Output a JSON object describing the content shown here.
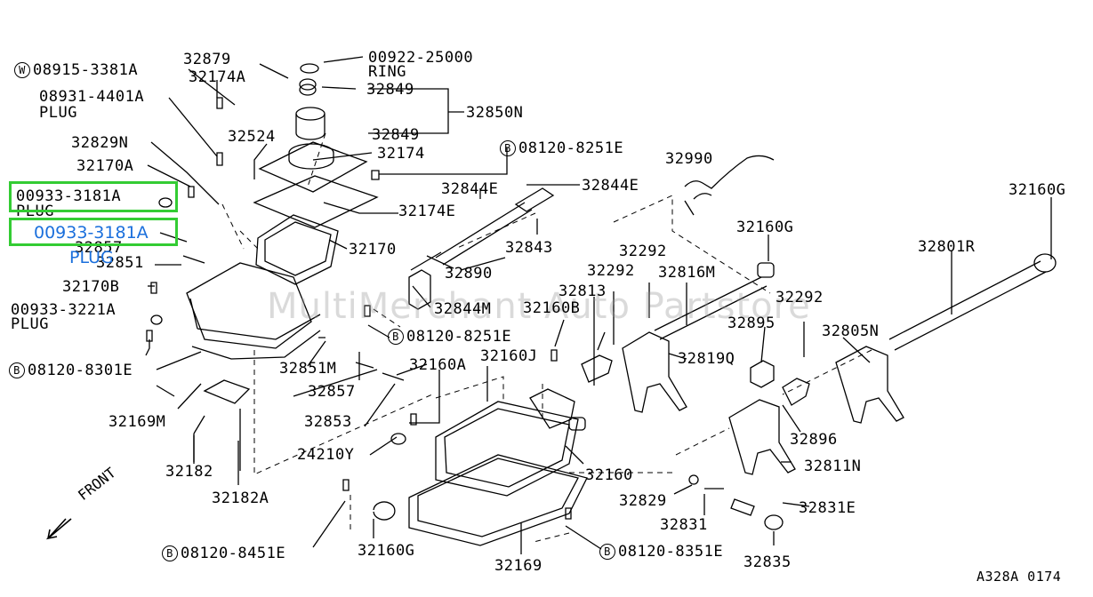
{
  "watermark": "MultiMerchant Auto Partstore",
  "drawing_code": "A328A 0174",
  "front_label": "FRONT",
  "highlight_color": "#33cc33",
  "overlay": {
    "part": "00933-3181A",
    "desc": "PLUG"
  },
  "labels": {
    "p32879": "32879",
    "p00922": "00922-25000",
    "ring": "RING",
    "p08915": "08915-3381A",
    "p32174a": "32174A",
    "p32849a": "32849",
    "p08931": "08931-4401A",
    "plug1": "PLUG",
    "p32850n": "32850N",
    "p32849b": "32849",
    "p32829n": "32829N",
    "p32524": "32524",
    "p32174": "32174",
    "p08120_8251_top": "08120-8251E",
    "p32170a": "32170A",
    "p32990": "32990",
    "p00933_3181": "00933-3181A",
    "plug2": "PLUG",
    "p32844e_a": "32844E",
    "p32844e_b": "32844E",
    "p32160g_right": "32160G",
    "p32174e": "32174E",
    "p32843": "32843",
    "p32857a": "32857",
    "p32851": "32851",
    "p32170": "32170",
    "p32160g_mid": "32160G",
    "p32801r": "32801R",
    "p32292a": "32292",
    "p32292b": "32292",
    "p32816m": "32816M",
    "p32890": "32890",
    "p32170b": "32170B",
    "p32813": "32813",
    "p32292c": "32292",
    "p00933_3221": "00933-3221A",
    "p32844m": "32844M",
    "p32160b": "32160B",
    "plug3": "PLUG",
    "p32895": "32895",
    "p32805n": "32805N",
    "p08120_8251_mid": "08120-8251E",
    "p32160j": "32160J",
    "p32819q": "32819Q",
    "p08120_8301": "08120-8301E",
    "p32851m": "32851M",
    "p32160a": "32160A",
    "p32857b": "32857",
    "p32169m": "32169M",
    "p32853": "32853",
    "p32896": "32896",
    "p24210y": "24210Y",
    "p32811n": "32811N",
    "p32182": "32182",
    "p32160": "32160",
    "p32829": "32829",
    "p32182a": "32182A",
    "p32831e": "32831E",
    "p32831": "32831",
    "p32160g_bot": "32160G",
    "p08120_8451": "08120-8451E",
    "p08120_8351": "08120-8351E",
    "p32169": "32169",
    "p32835": "32835"
  }
}
